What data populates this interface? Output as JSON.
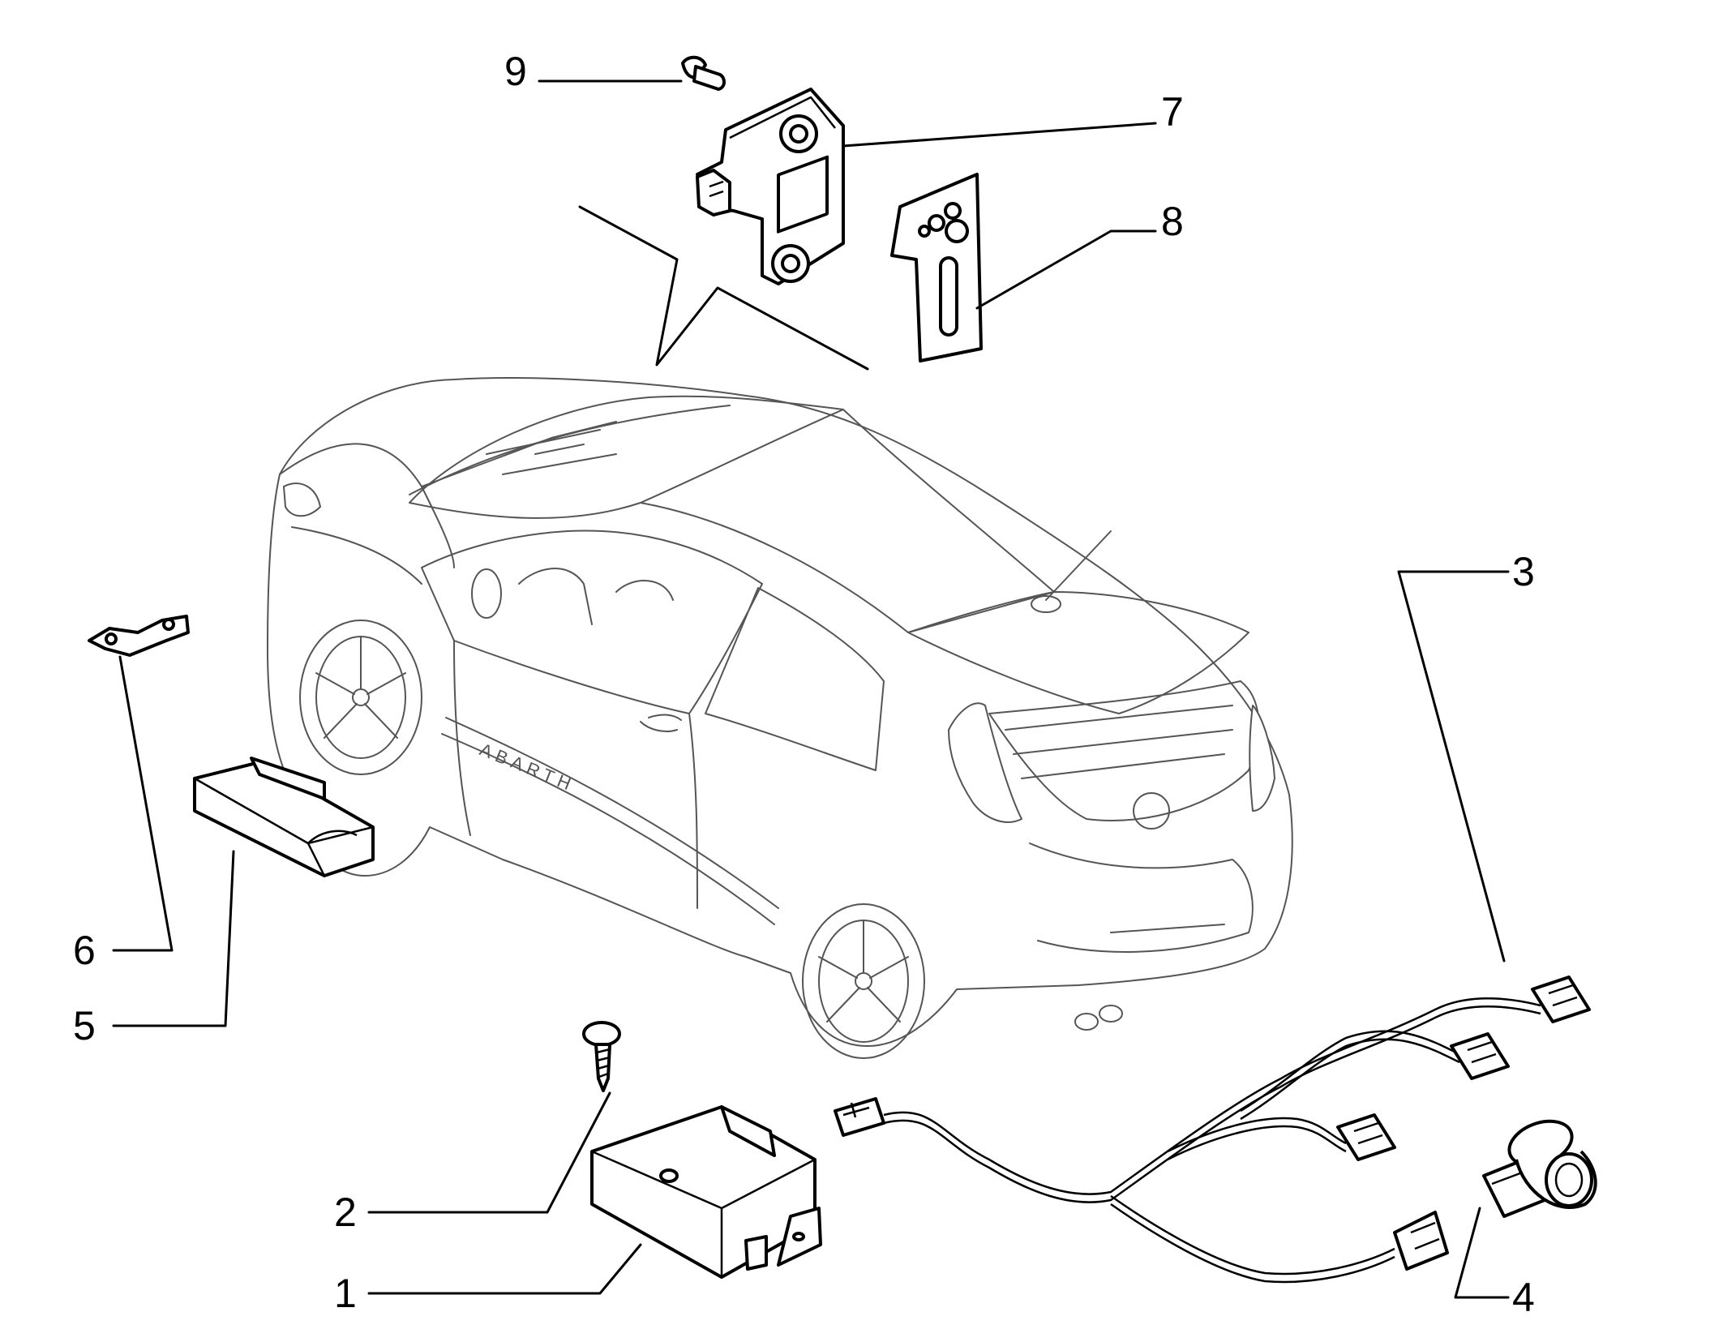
{
  "callouts": [
    {
      "number": "1"
    },
    {
      "number": "2"
    },
    {
      "number": "3"
    },
    {
      "number": "4"
    },
    {
      "number": "5"
    },
    {
      "number": "6"
    },
    {
      "number": "7"
    },
    {
      "number": "8"
    },
    {
      "number": "9"
    }
  ],
  "car_badge_text": "ABARTH"
}
